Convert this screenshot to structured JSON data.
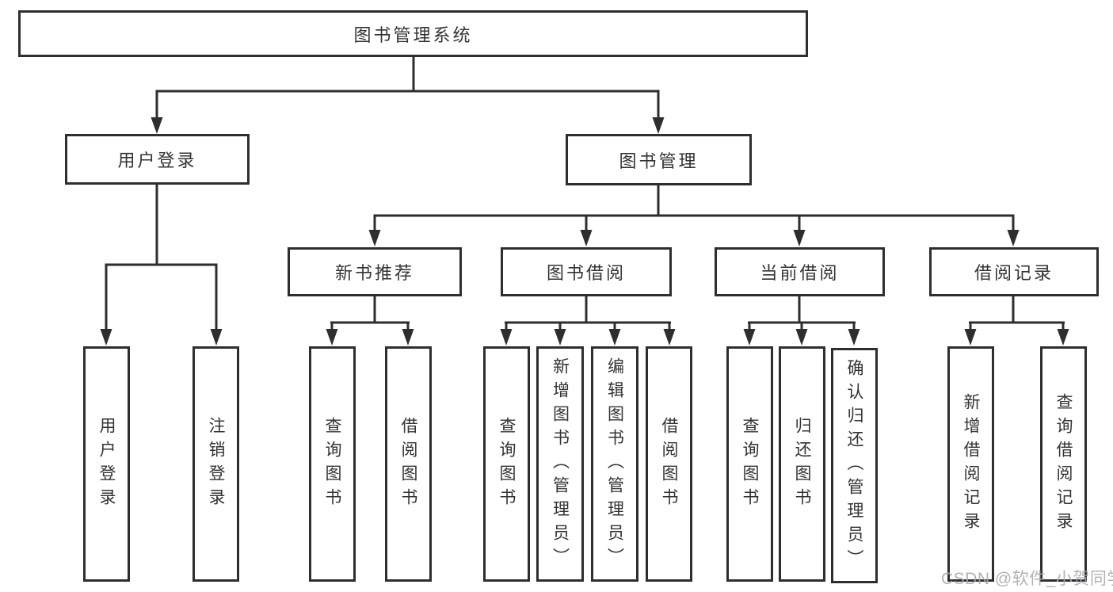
{
  "tree": {
    "root": "图书管理系统",
    "level2": [
      "用户登录",
      "图书管理"
    ],
    "level3": [
      "新书推荐",
      "图书借阅",
      "当前借阅",
      "借阅记录"
    ],
    "level4": {
      "user_login": [
        "用户登录",
        "注销登录"
      ],
      "new_books": [
        "查询图书",
        "借阅图书"
      ],
      "book_borrow": [
        "查询图书",
        "新增图书（管理员）",
        "编辑图书（管理员）",
        "借阅图书"
      ],
      "current_borrow": [
        "查询图书",
        "归还图书",
        "确认归还（管理员）"
      ],
      "borrow_records": [
        "新增借阅记录",
        "查询借阅记录"
      ]
    }
  },
  "watermark": "CSDN @软件_小贺同学",
  "colors": {
    "line": "#2e2e2e",
    "text": "#333333",
    "watermark": "#aaaaad",
    "background": "#ffffff"
  }
}
